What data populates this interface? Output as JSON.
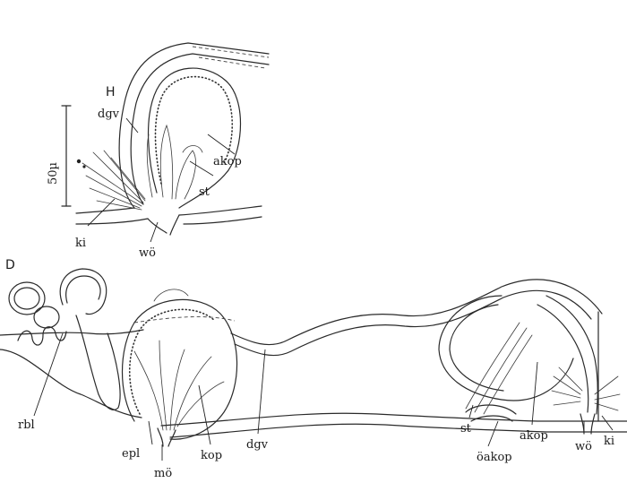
{
  "panels": {
    "top": {
      "letter": "H"
    },
    "bottom": {
      "letter": "D"
    }
  },
  "scale_bar": {
    "label": "50µ"
  },
  "labels_top": {
    "dgv": "dgv",
    "akop": "akop",
    "st": "st",
    "ki": "ki",
    "wo": "wö"
  },
  "labels_bottom": {
    "rbl": "rbl",
    "epl": "epl",
    "mo": "mö",
    "kop": "kop",
    "dgv": "dgv",
    "st": "st",
    "oakop": "öakop",
    "akop": "akop",
    "wo": "wö",
    "ki": "ki"
  }
}
